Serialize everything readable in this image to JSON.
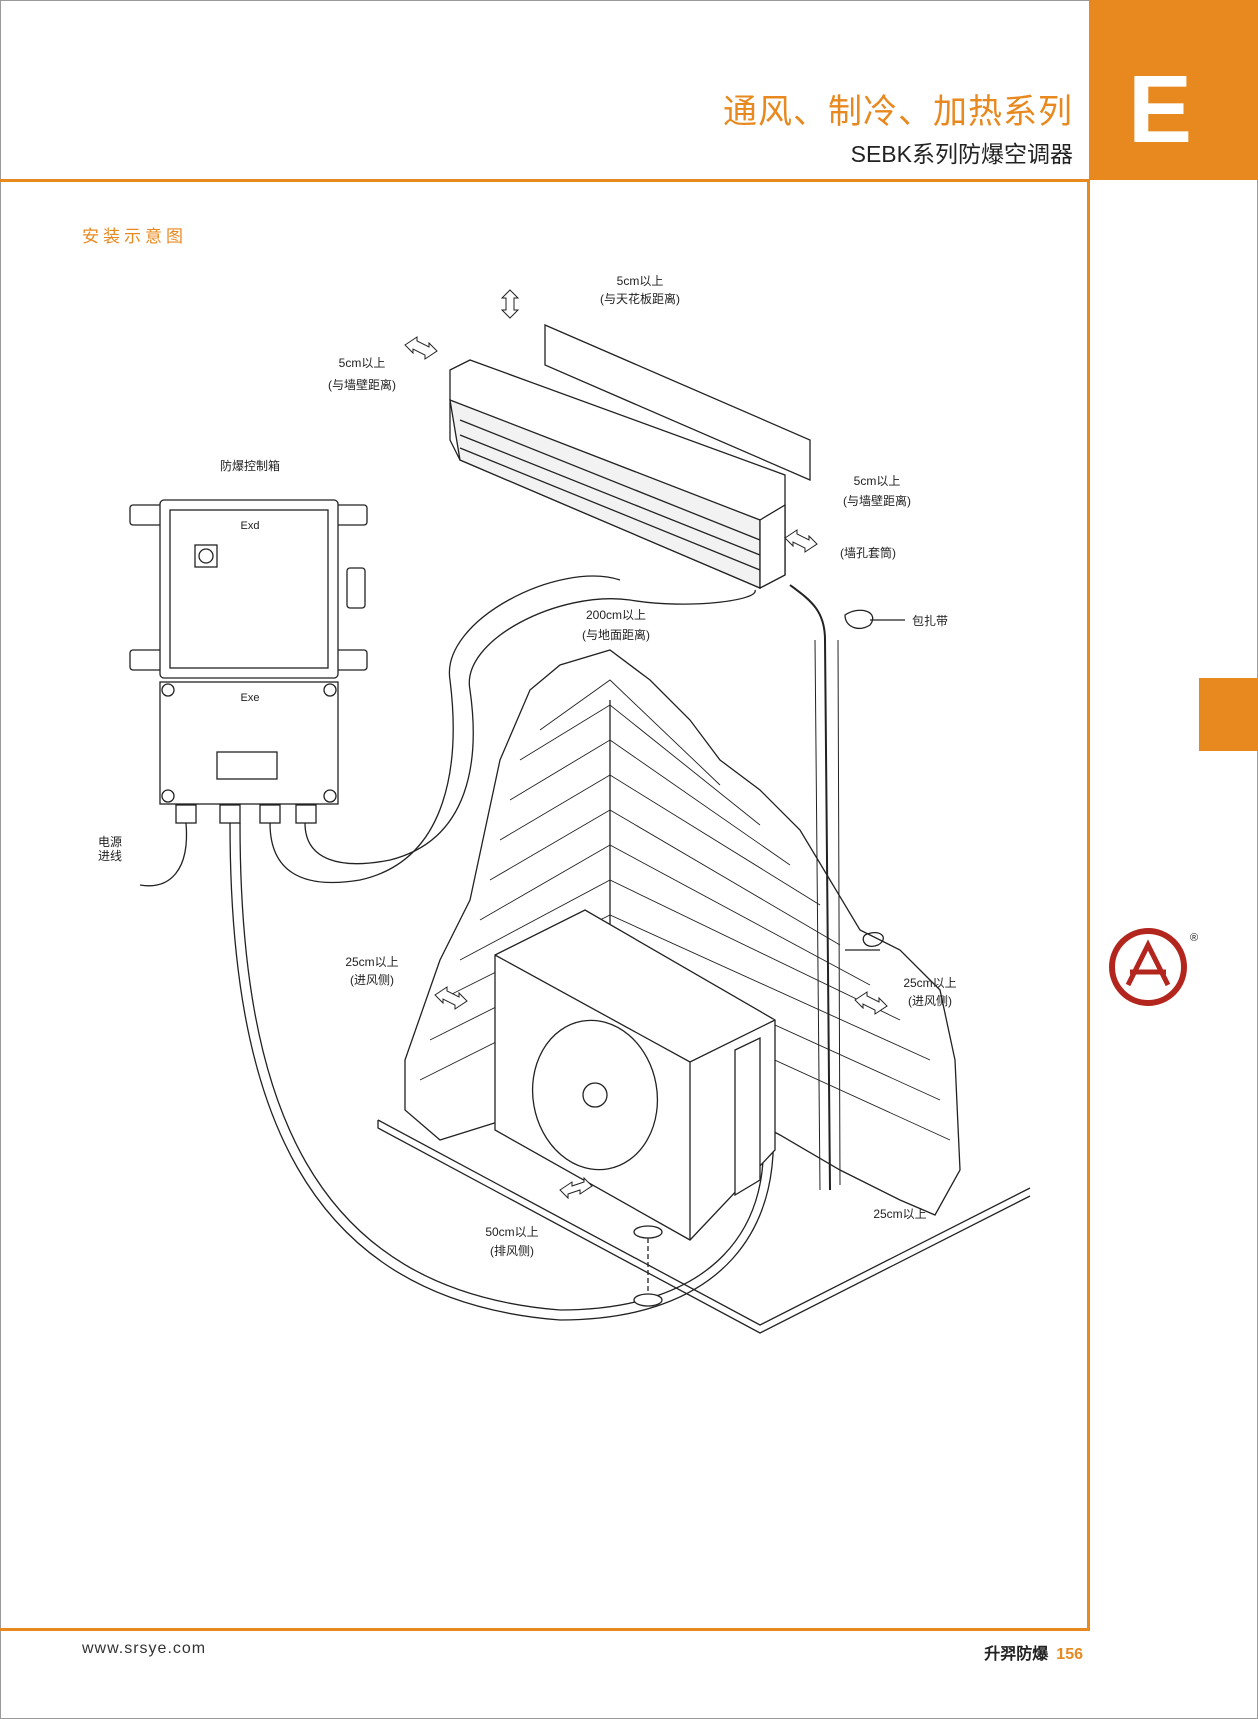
{
  "header": {
    "title": "通风、制冷、加热系列",
    "subtitle": "SEBK系列防爆空调器",
    "section_letter": "E"
  },
  "section_title": "安装示意图",
  "diagram": {
    "ceiling_gap": "5cm以上",
    "ceiling_gap_note": "(与天花板距离)",
    "left_wall_gap": "5cm以上",
    "left_wall_gap_note": "(与墙壁距离)",
    "control_box": "防爆控制箱",
    "exd": "Exd",
    "exe": "Exe",
    "right_wall_gap": "5cm以上",
    "right_wall_gap_note": "(与墙壁距离)",
    "wall_sleeve": "(墙孔套筒)",
    "ground_gap": "200cm以上",
    "ground_gap_note": "(与地面距离)",
    "binding_tape": "包扎带",
    "power_in_1": "电源",
    "power_in_2": "进线",
    "left_intake": "25cm以上",
    "left_intake_note": "(进风侧)",
    "right_intake": "25cm以上",
    "right_intake_note": "(进风侧)",
    "rear_gap": "25cm以上",
    "exhaust": "50cm以上",
    "exhaust_note": "(排风侧)"
  },
  "logo": {
    "registered": "®"
  },
  "footer": {
    "url": "www.srsye.com",
    "brand": "升羿防爆",
    "page": "156"
  },
  "colors": {
    "accent": "#e8891f",
    "logo": "#b3261e"
  }
}
